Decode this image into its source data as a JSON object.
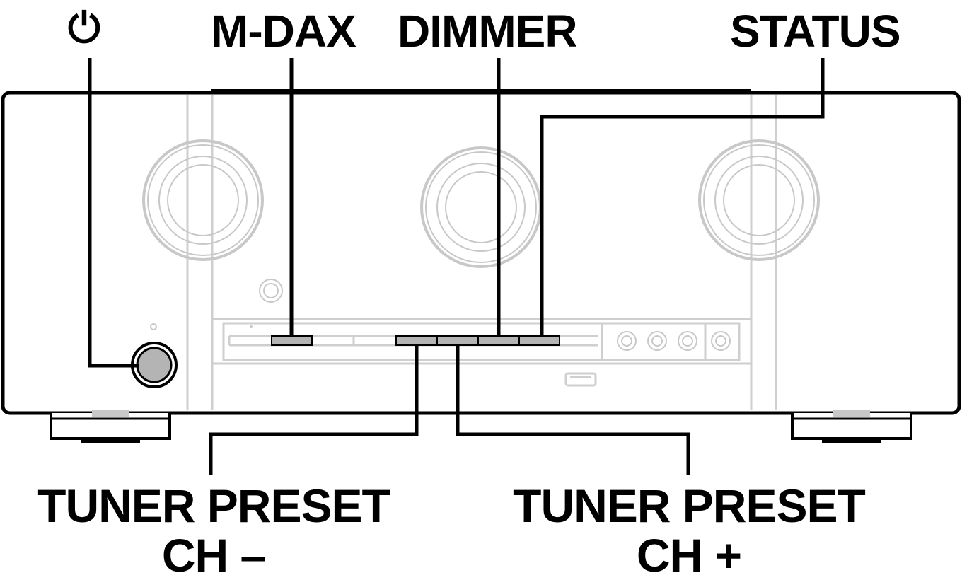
{
  "labels": {
    "power": "⏻",
    "mdax": "M-DAX",
    "dimmer": "DIMMER",
    "status": "STATUS",
    "tuner_ch_minus_line1": "TUNER PRESET",
    "tuner_ch_minus_line2": "CH –",
    "tuner_ch_plus_line1": "TUNER PRESET",
    "tuner_ch_plus_line2": "CH +"
  },
  "colors": {
    "outline": "#000000",
    "panel_detail": "#c8c8c8",
    "button_fill": "#b4b4b4"
  }
}
